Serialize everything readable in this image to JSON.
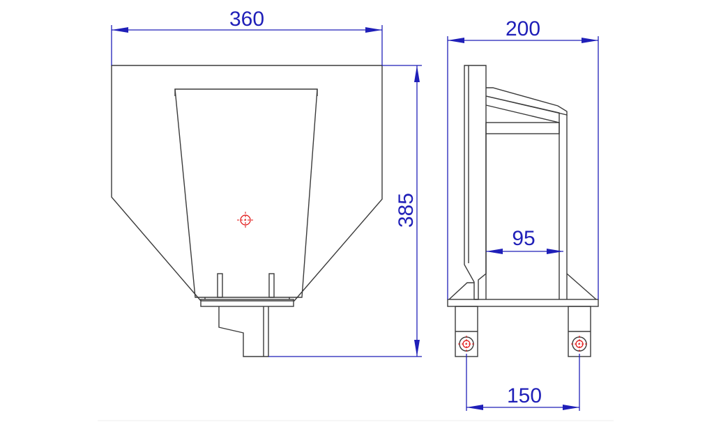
{
  "dimensions": {
    "front_width": "360",
    "front_height": "385",
    "side_depth": "200",
    "inner_width": "95",
    "mount_spacing": "150"
  },
  "colors": {
    "dimension_lines": "#1f1fb8",
    "outline": "#3a3a3a",
    "center_marks": "#e01010"
  }
}
